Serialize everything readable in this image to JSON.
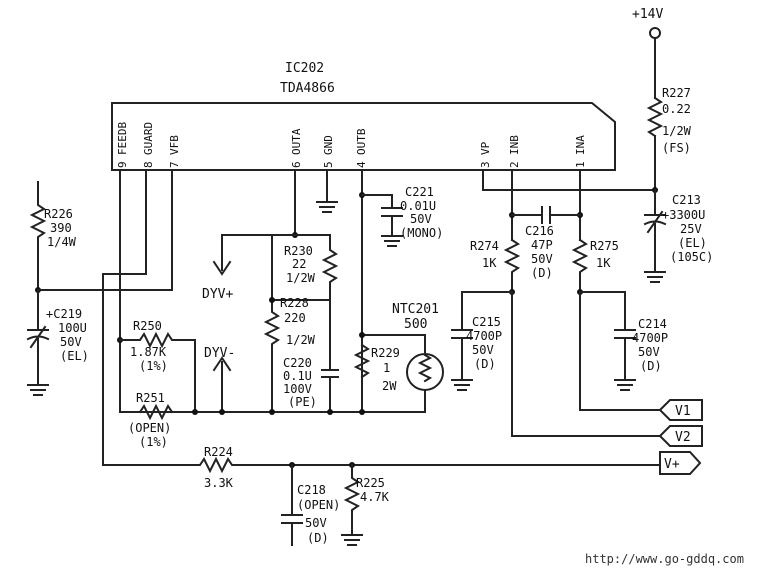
{
  "supply": "+14V",
  "ic": {
    "ref": "IC202",
    "part": "TDA4866"
  },
  "pins": [
    {
      "num": "9",
      "name": "FEEDB"
    },
    {
      "num": "8",
      "name": "GUARD"
    },
    {
      "num": "7",
      "name": "VFB"
    },
    {
      "num": "6",
      "name": "OUTA"
    },
    {
      "num": "5",
      "name": "GND"
    },
    {
      "num": "4",
      "name": "OUTB"
    },
    {
      "num": "3",
      "name": "VP"
    },
    {
      "num": "2",
      "name": "INB"
    },
    {
      "num": "1",
      "name": "INA"
    }
  ],
  "components": {
    "R227": {
      "ref": "R227",
      "v1": "0.22",
      "v2": "1/2W",
      "v3": "(FS)"
    },
    "C213": {
      "ref": "C213",
      "v1": "+3300U",
      "v2": "25V",
      "v3": "(EL)",
      "v4": "(105C)"
    },
    "C221": {
      "ref": "C221",
      "v1": "0.01U",
      "v2": "50V",
      "v3": "(MONO)"
    },
    "R226": {
      "ref": "R226",
      "v1": "390",
      "v2": "1/4W"
    },
    "C219": {
      "ref": "+C219",
      "v1": "100U",
      "v2": "50V",
      "v3": "(EL)"
    },
    "R230": {
      "ref": "R230",
      "v1": "22",
      "v2": "1/2W"
    },
    "R228": {
      "ref": "R228",
      "v1": "220",
      "v2": "1/2W"
    },
    "C220": {
      "ref": "C220",
      "v1": "0.1U",
      "v2": "100V",
      "v3": "(PE)"
    },
    "R250": {
      "ref": "R250",
      "v1": "1.87K",
      "v2": "(1%)"
    },
    "R251": {
      "ref": "R251",
      "v1": "(OPEN)",
      "v2": "(1%)"
    },
    "R274": {
      "ref": "R274",
      "v1": "1K"
    },
    "C216": {
      "ref": "C216",
      "v1": "47P",
      "v2": "50V",
      "v3": "(D)"
    },
    "R275": {
      "ref": "R275",
      "v1": "1K"
    },
    "NTC201": {
      "ref": "NTC201",
      "v1": "500"
    },
    "R229": {
      "ref": "R229",
      "v1": "1",
      "v2": "2W"
    },
    "C215": {
      "ref": "C215",
      "v1": "4700P",
      "v2": "50V",
      "v3": "(D)"
    },
    "C214": {
      "ref": "C214",
      "v1": "4700P",
      "v2": "50V",
      "v3": "(D)"
    },
    "R224": {
      "ref": "R224",
      "v1": "3.3K"
    },
    "C218": {
      "ref": "C218",
      "v1": "(OPEN)",
      "v2": "50V",
      "v3": "(D)"
    },
    "R225": {
      "ref": "R225",
      "v1": "4.7K"
    }
  },
  "nets": {
    "dyu_plus": "DYV+",
    "dyu_minus": "DYV-"
  },
  "connectors": [
    "V1",
    "V2",
    "V+"
  ],
  "watermark_url": "http://www.go-gddq.com"
}
